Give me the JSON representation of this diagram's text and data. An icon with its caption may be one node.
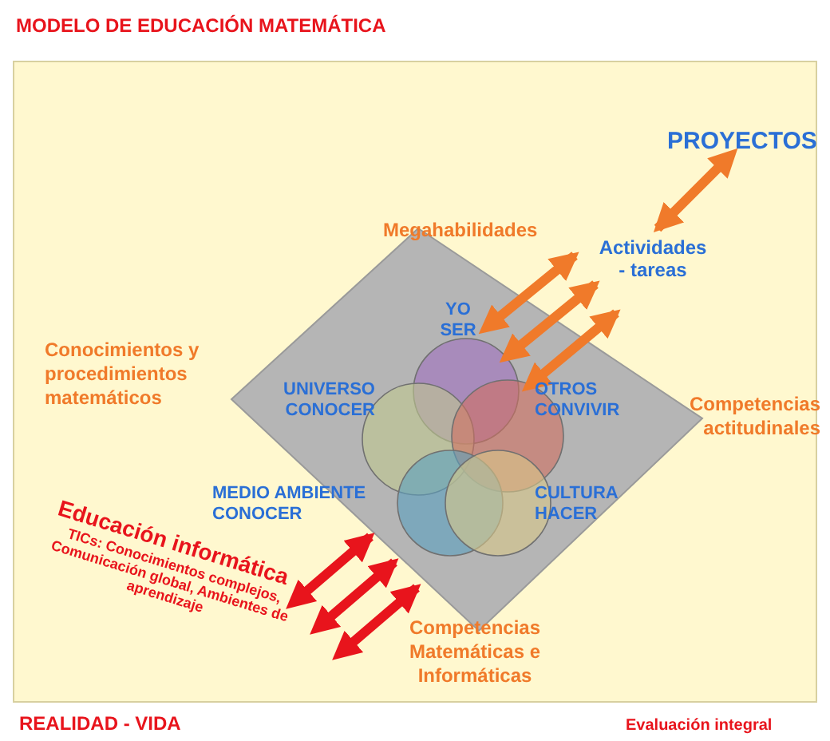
{
  "diagram": {
    "title": "MODELO DE EDUCACIÓN MATEMÁTICA",
    "nodes": [
      {
        "text": [
          "PROYECTOS"
        ]
      },
      {
        "text": [
          "Actividades - tareas"
        ]
      },
      {
        "text": [],
        "shape": "diamond"
      },
      {
        "text": [
          "YO SER"
        ],
        "in": 2
      },
      {
        "text": [
          "UNIVERSO CONOCER"
        ],
        "in": 2
      },
      {
        "text": [
          "OTROS CONVIVIR"
        ],
        "in": 2
      },
      {
        "text": [
          "MEDIO AMBIENTE CONOCER"
        ],
        "in": 2
      },
      {
        "text": [
          "CULTURA HACER"
        ],
        "in": 2
      },
      {
        "text": [
          "Educación informática",
          "TICs: Conocimientos complejos, Comunicación global, Ambientes de aprendizaje"
        ]
      }
    ],
    "edges": [
      {
        "from": 0,
        "to": 1,
        "arrow": "both"
      },
      {
        "from": 2,
        "to": 1,
        "arrow": "both"
      },
      {
        "from": 2,
        "to": 1,
        "arrow": "both"
      },
      {
        "from": 2,
        "to": 1,
        "arrow": "both"
      },
      {
        "from": 8,
        "to": 2,
        "arrow": "both",
        "color": "#e8141c"
      },
      {
        "from": 8,
        "to": 2,
        "arrow": "both",
        "color": "#e8141c"
      },
      {
        "from": 8,
        "to": 2,
        "arrow": "both",
        "color": "#e8141c"
      }
    ],
    "labels": [
      "Megahabilidades",
      "Conocimientos y procedimientos matemáticos",
      "Competencias actitudinales",
      "Competencias Matemáticas e Informáticas",
      "REALIDAD - VIDA",
      "Evaluación integral"
    ]
  }
}
